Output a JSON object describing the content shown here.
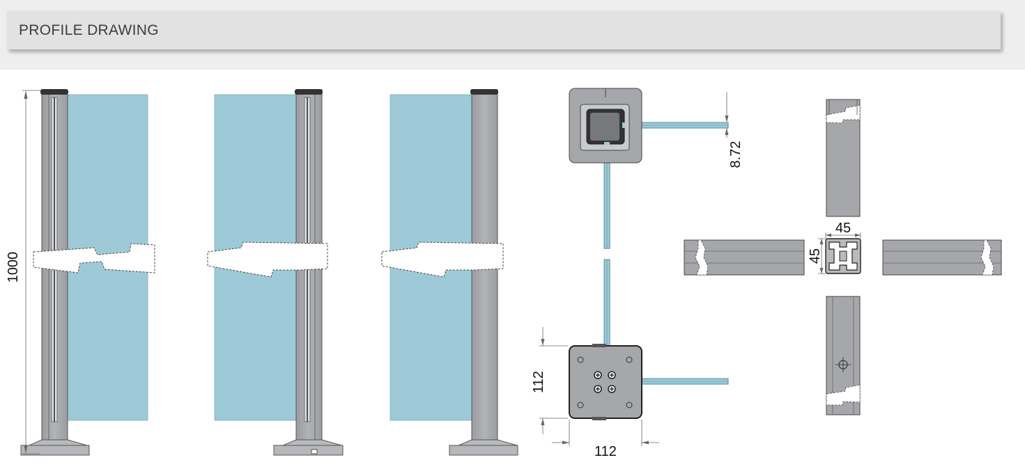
{
  "header": {
    "title": "PROFILE DRAWING"
  },
  "dimensions": {
    "post_height": "1000",
    "glass_offset": "8.72",
    "base_plate_height": "112",
    "base_plate_width": "112",
    "profile_width": "45",
    "profile_height": "45"
  },
  "colors": {
    "glass": "#9ecad8",
    "post": "#a5a7aa",
    "post_dark": "#8c8e91",
    "header_bg": "#e2e2e3",
    "dimension_line": "#666666"
  }
}
